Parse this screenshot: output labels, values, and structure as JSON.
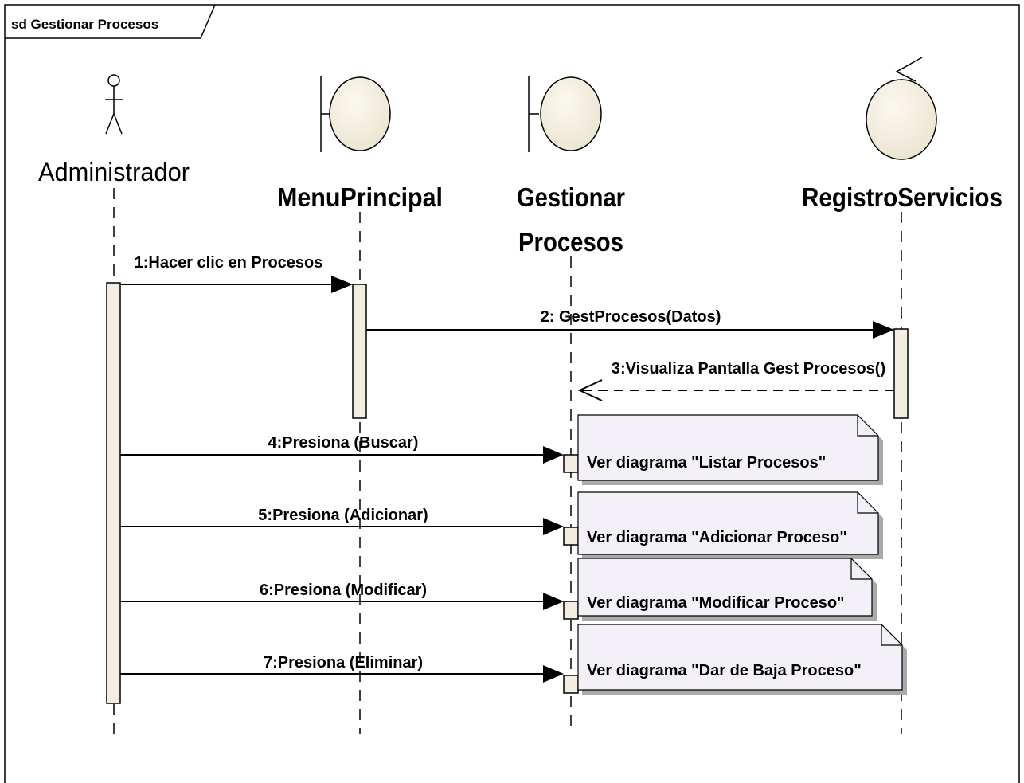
{
  "frame": {
    "title": "sd Gestionar Procesos"
  },
  "lifelines": {
    "administrador": "Administrador",
    "menu_principal": "MenuPrincipal",
    "gestionar_procesos_line1": "Gestionar",
    "gestionar_procesos_line2": "Procesos",
    "registro_servicios": "RegistroServicios"
  },
  "messages": [
    "1:Hacer clic en Procesos",
    "2: GestProcesos(Datos)",
    "3:Visualiza Pantalla Gest Procesos()",
    "4:Presiona (Buscar)",
    "5:Presiona (Adicionar)",
    "6:Presiona (Modificar)",
    "7:Presiona (Eliminar)"
  ],
  "notes": [
    "Ver diagrama \"Listar Procesos\"",
    "Ver diagrama \"Adicionar Proceso\"",
    "Ver diagrama \"Modificar Proceso\"",
    "Ver diagrama \"Dar de Baja Proceso\""
  ],
  "colors": {
    "lifeline_fill": "#f2ede0",
    "note_fill": "#f3f0f8",
    "shadow": "#aaaaaa"
  }
}
